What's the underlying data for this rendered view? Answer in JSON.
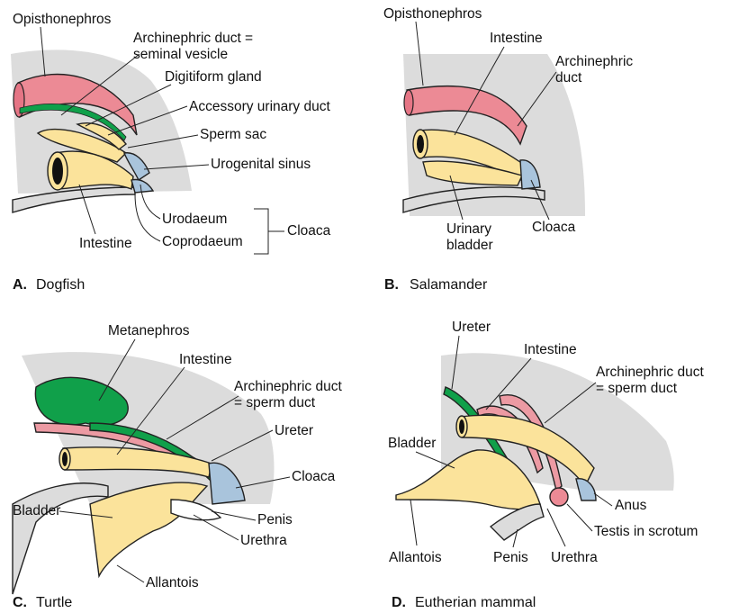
{
  "colors": {
    "opisthonephros": "#ec8a95",
    "intestine_bladder": "#fbe39b",
    "cloaca_sinus": "#a9c4dc",
    "metanephros_ureter": "#10a04a",
    "body_wall": "#dcdcdc"
  },
  "panels": {
    "a": {
      "letter": "A.",
      "name": "Dogfish",
      "labels": {
        "opisthonephros": "Opisthonephros",
        "archinephric_line1": "Archinephric duct =",
        "archinephric_line2": "seminal vesicle",
        "digitiform": "Digitiform gland",
        "accessory": "Accessory urinary duct",
        "sperm_sac": "Sperm sac",
        "urogenital_sinus": "Urogenital sinus",
        "urodaeum": "Urodaeum",
        "coprodaeum": "Coprodaeum",
        "cloaca": "Cloaca",
        "intestine": "Intestine"
      }
    },
    "b": {
      "letter": "B.",
      "name": "Salamander",
      "labels": {
        "opisthonephros": "Opisthonephros",
        "intestine": "Intestine",
        "archinephric_line1": "Archinephric",
        "archinephric_line2": "duct",
        "urinary_line1": "Urinary",
        "urinary_line2": "bladder",
        "cloaca": "Cloaca"
      }
    },
    "c": {
      "letter": "C.",
      "name": "Turtle",
      "labels": {
        "metanephros": "Metanephros",
        "intestine": "Intestine",
        "archinephric_line1": "Archinephric duct",
        "archinephric_line2": "= sperm duct",
        "ureter": "Ureter",
        "cloaca": "Cloaca",
        "bladder": "Bladder",
        "penis": "Penis",
        "urethra": "Urethra",
        "allantois": "Allantois"
      }
    },
    "d": {
      "letter": "D.",
      "name": "Eutherian mammal",
      "labels": {
        "ureter": "Ureter",
        "intestine": "Intestine",
        "archinephric_line1": "Archinephric duct",
        "archinephric_line2": "= sperm duct",
        "bladder": "Bladder",
        "anus": "Anus",
        "testis": "Testis in scrotum",
        "allantois": "Allantois",
        "penis": "Penis",
        "urethra": "Urethra"
      }
    }
  }
}
